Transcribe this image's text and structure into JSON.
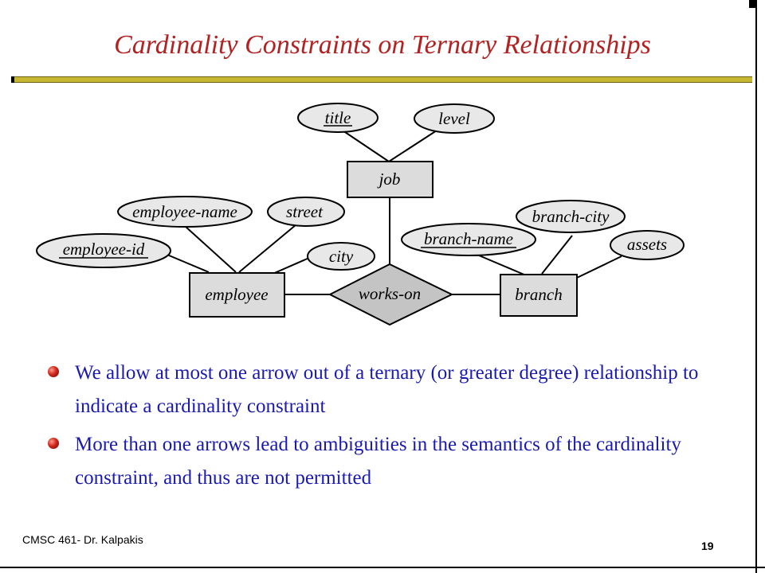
{
  "slide": {
    "title": "Cardinality Constraints on Ternary Relationships",
    "accent_color": "#b22222",
    "rule_color": "#c8b833",
    "bullet_text_color": "#1a1ab0"
  },
  "diagram": {
    "entities": {
      "job": "job",
      "employee": "employee",
      "branch": "branch"
    },
    "relationship": "works-on",
    "attributes": {
      "title": "title",
      "level": "level",
      "employee_name": "employee-name",
      "street": "street",
      "employee_id": "employee-id",
      "city": "city",
      "branch_city": "branch-city",
      "branch_name": "branch-name",
      "assets": "assets"
    }
  },
  "bullets": [
    "We allow at most one arrow out of a ternary (or greater degree) relationship to indicate a cardinality constraint",
    "More than one arrows lead to ambiguities in the semantics of the cardinality constraint, and thus are not permitted"
  ],
  "footer": {
    "author": "CMSC 461- Dr. Kalpakis",
    "page_number": "19"
  }
}
